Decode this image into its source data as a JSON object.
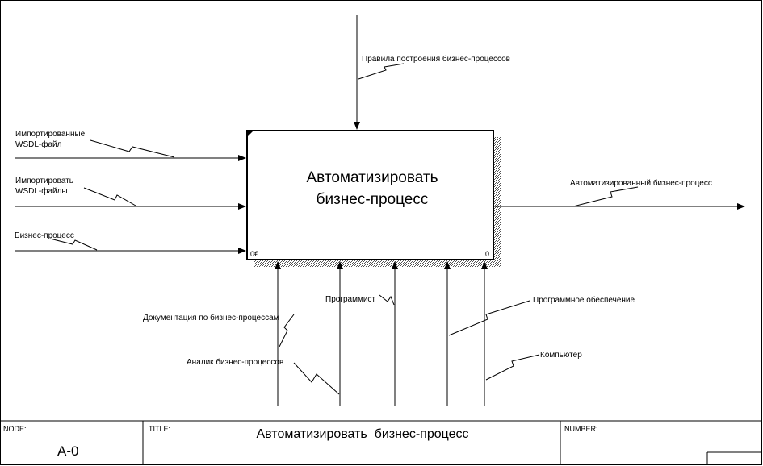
{
  "activity": {
    "title_line1": "Автоматизировать",
    "title_line2": "бизнес-процесс",
    "cost_label": "0€",
    "number_label": "0"
  },
  "control": {
    "label": "Правила построения бизнес-процессов"
  },
  "inputs": [
    {
      "line1": "Импортированные",
      "line2": "WSDL-файл"
    },
    {
      "line1": "Импортировать",
      "line2": "WSDL-файлы"
    },
    {
      "line1": "Бизнес-процесс",
      "line2": ""
    }
  ],
  "output": {
    "label": "Автоматизированный бизнес-процесс"
  },
  "mechanisms": [
    {
      "label": "Документация по бизнес-процессам"
    },
    {
      "label": "Аналик бизнес-процессов"
    },
    {
      "label": "Программист"
    },
    {
      "label": "Программное обеспечение"
    },
    {
      "label": "Компьютер"
    }
  ],
  "footer": {
    "node_label": "NODE:",
    "node_value": "A-0",
    "title_label": "TITLE:",
    "title_value": "Автоматизировать  бизнес-процесс",
    "number_label": "NUMBER:"
  }
}
